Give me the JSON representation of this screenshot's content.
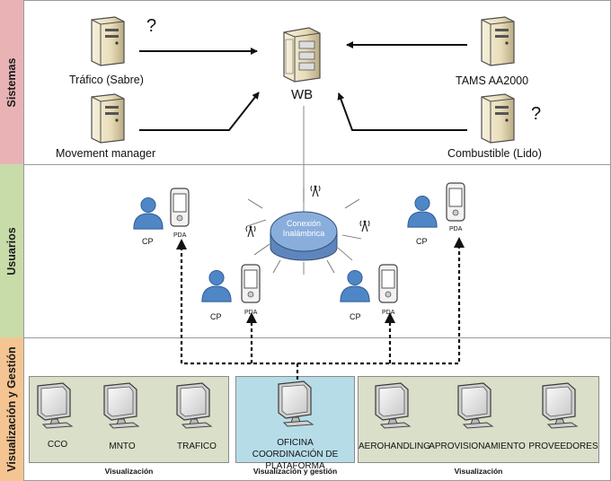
{
  "lanes": {
    "sistemas": "Sistemas",
    "usuarios": "Usuarios",
    "visualizacion": "Visualización y Gestión"
  },
  "systems": {
    "trafico": "Tráfico (Sabre)",
    "movement": "Movement manager",
    "wb": "WB",
    "tams": "TAMS AA2000",
    "combustible": "Combustible (Lido)",
    "question_mark": "?"
  },
  "users": {
    "wireless": "Conexión\nInalámbrica",
    "cp_label": "CP",
    "pda_label": "PDA"
  },
  "visualization": {
    "left": {
      "caption": "Visualización",
      "items": [
        "CCO",
        "MNTO",
        "TRAFICO"
      ]
    },
    "center": {
      "caption": "Visualización y gestión",
      "items": [
        "OFICINA COORDINACIÓN DE PLATAFORMA"
      ]
    },
    "right": {
      "caption": "Visualización",
      "items": [
        "AEROHANDLING",
        "APROVISIONAMIENTO",
        "PROVEEDORES"
      ]
    }
  },
  "colors": {
    "sistemas_bg": "#e9b3b6",
    "usuarios_bg": "#c7dca9",
    "visualizacion_bg": "#f4c592",
    "panel_green": "#d9dfc8",
    "panel_blue": "#b6dce8",
    "person_blue": "#4f86c6",
    "disc_blue": "#8aaedc"
  }
}
